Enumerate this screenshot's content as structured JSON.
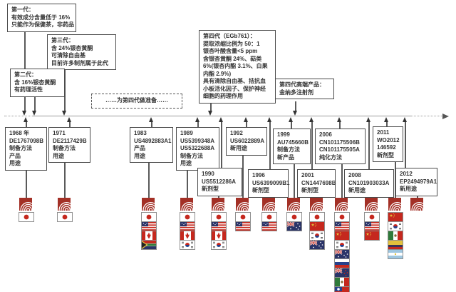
{
  "generations": {
    "gen1": {
      "lines": [
        "第一代：",
        "有效成分含量低于 16%",
        "只能作为保健茶，非药品"
      ]
    },
    "gen3": {
      "lines": [
        "第三代：",
        "含 24%银杏黄酮",
        "可清除自由基",
        "目前许多制剂属于此代"
      ]
    },
    "gen2": {
      "lines": [
        "第二代：",
        "含 16%银杏黄酮",
        "有药理活性"
      ]
    },
    "gen4": {
      "lines": [
        "第四代（EGb761）：",
        "提取浓缩比例为 50：1",
        "银杏叶酸含量<5 ppm",
        "含银杏黄酮 24%、萜类",
        "6%(银杏内酯 3.1%、白果",
        "内酯 2.9%)",
        "具有清除自由基、拮抗血",
        "小板活化因子、保护神经",
        "细胞的药理作用"
      ]
    },
    "gen4_premium": {
      "lines": [
        "第四代高端产品：",
        "金纳多注射剂"
      ]
    }
  },
  "prep_note": "……为第四代做准备……",
  "patents": [
    {
      "id": "1968",
      "lines": [
        "1968 年",
        "DE1767098B",
        "制备方法",
        "产品",
        "用途"
      ],
      "flags": [
        "logo",
        "japan"
      ]
    },
    {
      "id": "1971",
      "lines": [
        "1971",
        "DE2117429B",
        "制备方法",
        "用途"
      ],
      "flags": [
        "logo",
        "japan"
      ]
    },
    {
      "id": "1983",
      "lines": [
        "1983",
        "US4892883A1",
        "产品",
        "用途"
      ],
      "flags": [
        "logo",
        "japan",
        "united-states",
        "canada",
        "south-africa"
      ]
    },
    {
      "id": "1989",
      "lines": [
        "1989",
        "US5399348A",
        "US5322688A",
        "制备方法",
        "用途"
      ],
      "flags": [
        "logo",
        "japan",
        "united-states",
        "canada",
        "south-korea"
      ]
    },
    {
      "id": "1990",
      "lines": [
        "1990",
        "US5512286A",
        "新剂型"
      ],
      "flags": [
        "logo",
        "japan",
        "united-states",
        "canada",
        "south-korea"
      ]
    },
    {
      "id": "1992",
      "lines": [
        "1992",
        "US6022889A",
        "新用途"
      ],
      "flags": [
        "logo",
        "japan",
        "united-states"
      ]
    },
    {
      "id": "1996",
      "lines": [
        "1996",
        "US6399099B1",
        "新剂型"
      ],
      "flags": [
        "logo",
        "japan",
        "united-states"
      ]
    },
    {
      "id": "1999",
      "lines": [
        "1999",
        "AU745660B",
        "制备方法",
        "新产品"
      ],
      "flags": [
        "logo",
        "japan",
        "australia"
      ]
    },
    {
      "id": "2001",
      "lines": [
        "2001",
        "CN1447698B",
        "新剂型"
      ],
      "flags": [
        "logo",
        "japan",
        "china",
        "south-korea",
        "australia"
      ]
    },
    {
      "id": "2006",
      "lines": [
        "2006",
        "CN101175506B",
        "CN101175505A",
        "纯化方法"
      ],
      "flags": [
        "logo",
        "japan",
        "united-states",
        "china",
        "south-korea",
        "australia",
        "russia",
        "new-zealand",
        "mexico",
        "taiwan"
      ]
    },
    {
      "id": "2008",
      "lines": [
        "2008",
        "CN101903033A",
        "新用途"
      ],
      "flags": [
        "logo",
        "japan",
        "united-states",
        "china"
      ]
    },
    {
      "id": "2011",
      "lines": [
        "2011",
        "WO2012",
        "146592",
        "新剂型"
      ],
      "flags": [
        "logo",
        "china",
        "south-korea",
        "mexico",
        "colombia",
        "argentina"
      ]
    },
    {
      "id": "2012",
      "lines": [
        "2012",
        "EP2494979A1",
        "新用途"
      ],
      "flags": [
        "logo"
      ]
    }
  ],
  "colors": {
    "logo_red": "#a33026",
    "flag_red": "#c5281e",
    "box_border": "#4b4b4b",
    "timeline_gray": "#9a9a9a",
    "text": "#333333"
  }
}
